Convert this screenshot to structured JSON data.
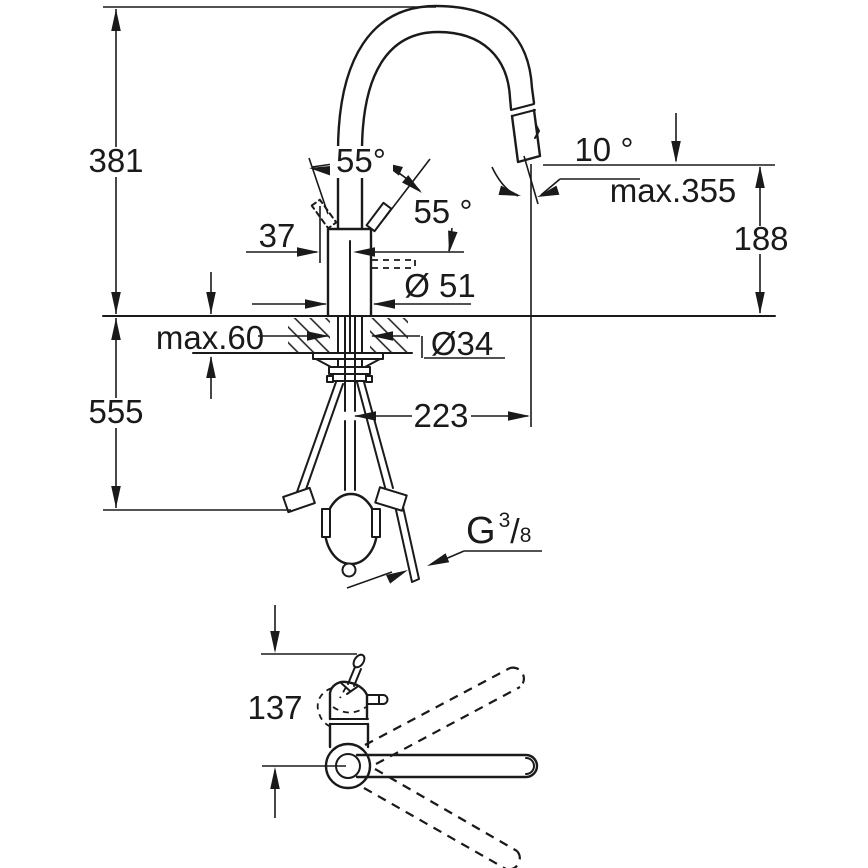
{
  "colors": {
    "line": "#1a1a1a",
    "background": "#ffffff"
  },
  "labels": {
    "height_above_deck": "381",
    "height_below_deck": "555",
    "handle_angle_a": "55°",
    "handle_angle_b": "55 °",
    "handle_offset": "37",
    "body_diameter": "Ø 51",
    "spray_angle": "10 °",
    "max_spout_height": "max.355",
    "outlet_height": "188",
    "max_deck_thickness": "max.60",
    "hole_diameter": "Ø34",
    "spout_reach": "223",
    "thread_g": "G",
    "thread_num": "3",
    "thread_slash": "/",
    "thread_den": "8",
    "swivel_offset": "137"
  }
}
